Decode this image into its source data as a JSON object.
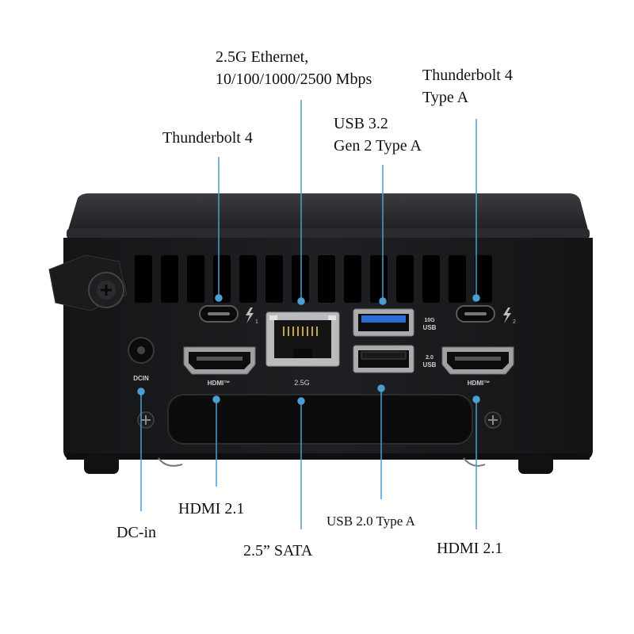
{
  "labels": {
    "ethernet_line1": "2.5G Ethernet,",
    "ethernet_line2": "10/100/1000/2500 Mbps",
    "tb4_left": "Thunderbolt 4",
    "usb32_line1": "USB 3.2",
    "usb32_line2": "Gen 2 Type A",
    "tb4_right_line1": "Thunderbolt 4",
    "tb4_right_line2": "Type A",
    "hdmi_left": "HDMI 2.1",
    "dcin": "DC-in",
    "sata": "2.5” SATA",
    "usb20": "USB 2.0 Type A",
    "hdmi_right": "HDMI 2.1"
  },
  "device_markings": {
    "dcin": "DCIN",
    "eth_speed": "2.5G",
    "usb_10g": "10G",
    "usb_label": "USB",
    "usb_20": "2.0",
    "hdmi_logo": "HDMI™",
    "tb_port_1": "1",
    "tb_port_2": "2"
  },
  "colors": {
    "callout": "#4a9fd0",
    "chassis": "#1b1c1e",
    "usb3_blue": "#2b6fd6"
  }
}
